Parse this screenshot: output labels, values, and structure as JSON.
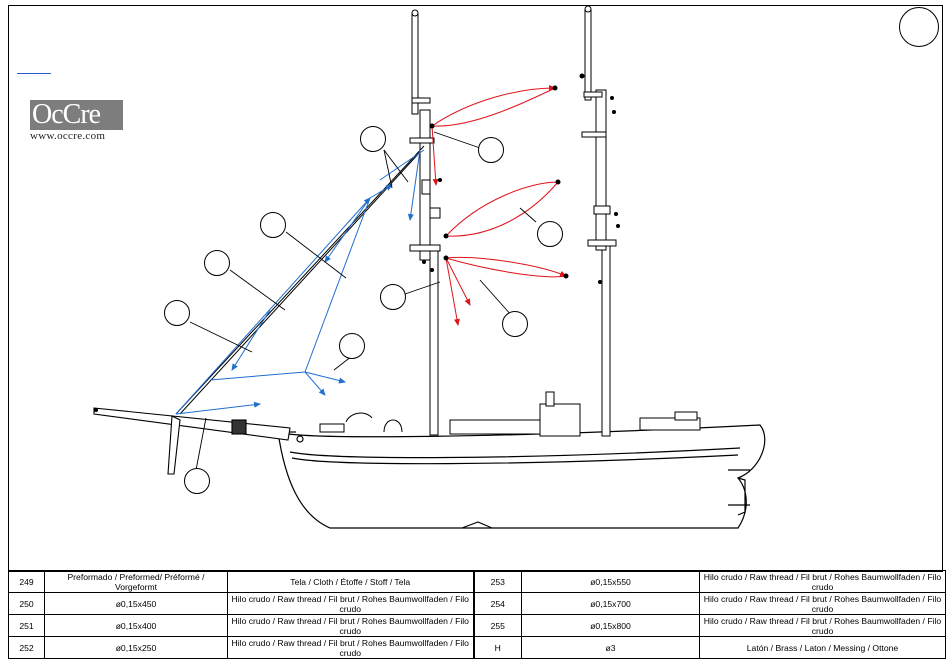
{
  "logo": {
    "brand": "OcCre",
    "url": "www.occre.com"
  },
  "parts_table": {
    "rows": [
      {
        "left": {
          "ref": "249",
          "size": "Preformado / Preformed/ Préformé / Vorgeformt",
          "material": "Tela / Cloth / Étoffe / Stoff / Tela"
        },
        "right": {
          "ref": "253",
          "size": "ø0,15x550",
          "material": "Hilo crudo / Raw thread / Fil brut / Rohes Baumwollfaden / Filo crudo"
        }
      },
      {
        "left": {
          "ref": "250",
          "size": "ø0,15x450",
          "material": "Hilo crudo / Raw thread / Fil brut / Rohes Baumwollfaden / Filo crudo"
        },
        "right": {
          "ref": "254",
          "size": "ø0,15x700",
          "material": "Hilo crudo / Raw thread / Fil brut / Rohes Baumwollfaden / Filo crudo"
        }
      },
      {
        "left": {
          "ref": "251",
          "size": "ø0,15x400",
          "material": "Hilo crudo / Raw thread / Fil brut / Rohes Baumwollfaden / Filo crudo"
        },
        "right": {
          "ref": "255",
          "size": "ø0,15x800",
          "material": "Hilo crudo / Raw thread / Fil brut / Rohes Baumwollfaden / Filo crudo"
        }
      },
      {
        "left": {
          "ref": "252",
          "size": "ø0,15x250",
          "material": "Hilo crudo / Raw thread / Fil brut / Rohes Baumwollfaden / Filo crudo"
        },
        "right": {
          "ref": "H",
          "size": "ø3",
          "material": "Latón / Brass / Laton / Messing / Ottone"
        }
      }
    ]
  },
  "colors": {
    "blue_rigging": "#1f6fd1",
    "red_rigging": "#e0141b",
    "logo_bg": "#7d7d7d",
    "link": "#2a5bd7"
  }
}
